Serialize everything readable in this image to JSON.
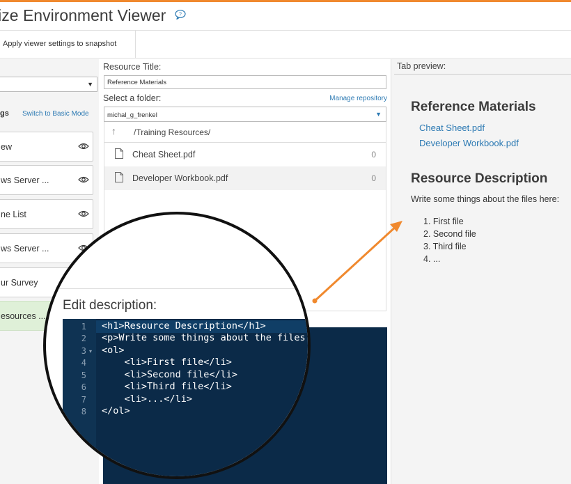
{
  "app": {
    "title": "mize Environment Viewer",
    "help_icon": "help-bubble-icon"
  },
  "toolbar": {
    "apply_label": "Apply viewer settings to snapshot"
  },
  "left_panel": {
    "settings_heading": "gs",
    "switch_link": "Switch to Basic Mode",
    "tabs": [
      {
        "label": "ew",
        "icon": "eye-icon"
      },
      {
        "label": "ws Server ...",
        "icon": "eye-icon"
      },
      {
        "label": "ne List",
        "icon": "eye-icon"
      },
      {
        "label": "ws Server ...",
        "icon": "eye-icon"
      },
      {
        "label": "ur Survey"
      },
      {
        "label": "esources ..."
      }
    ]
  },
  "resource": {
    "title_label": "Resource Title:",
    "title_value": "Reference Materials",
    "folder_label": "Select a folder:",
    "manage_link": "Manage repository",
    "folder_value": "michal_g_frenkel",
    "path": "/Training Resources/",
    "files": [
      {
        "name": "Cheat Sheet.pdf",
        "count": "0"
      },
      {
        "name": "Developer Workbook.pdf",
        "count": "0"
      }
    ]
  },
  "editor": {
    "label": "Edit description:",
    "lines": [
      "<h1>Resource Description</h1>",
      "<p>Write some things about the files",
      "<ol>",
      "    <li>First file</li>",
      "    <li>Second file</li>",
      "    <li>Third file</li>",
      "    <li>...</li>",
      "</ol>"
    ],
    "line_numbers": [
      "1",
      "2",
      "3",
      "4",
      "5",
      "6",
      "7",
      "8"
    ]
  },
  "preview": {
    "label": "Tab preview:",
    "heading1": "Reference Materials",
    "links": [
      "Cheat Sheet.pdf",
      "Developer Workbook.pdf"
    ],
    "heading2": "Resource Description",
    "paragraph": "Write some things about the files here:",
    "list": [
      "1. First file",
      "2. Second file",
      "3. Third file",
      "4. ..."
    ]
  },
  "colors": {
    "accent_orange": "#f0892e",
    "link_blue": "#2d7ab3",
    "editor_bg": "#0b2a48",
    "active_tab": "#dff0d8"
  }
}
